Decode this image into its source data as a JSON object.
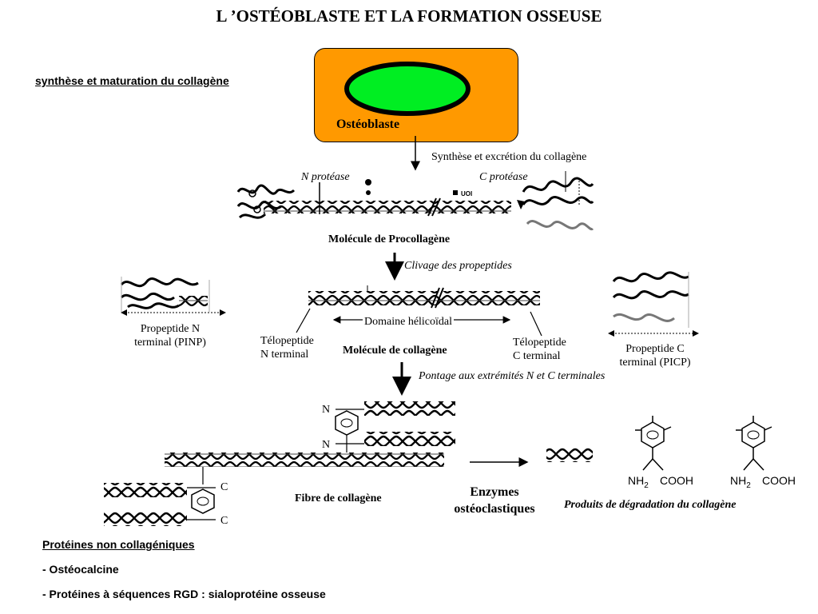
{
  "title": "L ’OSTÉOBLASTE ET LA FORMATION OSSEUSE",
  "section_synthesis": "synthèse et maturation du collagène",
  "cell_label": "Ostéoblaste",
  "step_synthesis": "Synthèse et excrétion du collagène",
  "n_protease": "N protéase",
  "c_protease": "C protéase",
  "procollagen": "Molécule de Procollagène",
  "cleavage": "Clivage des propeptides",
  "pinp_line1": "Propeptide N",
  "pinp_line2": "terminal (PINP)",
  "helical_domain": "Domaine hélicoïdal",
  "telo_n_line1": "Télopeptide",
  "telo_n_line2": "N terminal",
  "collagen_molecule": "Molécule de collagène",
  "telo_c_line1": "Télopeptide",
  "telo_c_line2": "C terminal",
  "picp_line1": "Propeptide C",
  "picp_line2": "terminal (PICP)",
  "crosslinking": "Pontage aux extrémités N et C terminales",
  "n_label": "N",
  "c_label": "C",
  "fibre": "Fibre de collagène",
  "enzymes_line1": "Enzymes",
  "enzymes_line2": "ostéoclastiques",
  "degradation": "Produits de dégradation du collagène",
  "nh2": "NH",
  "nh2_sub": "2",
  "cooh": "COOH",
  "noncollagen_title": "Protéines non collagéniques",
  "osteocalcine": "- Ostéocalcine",
  "rgd": "- Protéines à séquences RGD : sialoprotéine osseuse",
  "colors": {
    "cell": "#ff9900",
    "nucleus": "#00ee22",
    "line": "#000000"
  }
}
